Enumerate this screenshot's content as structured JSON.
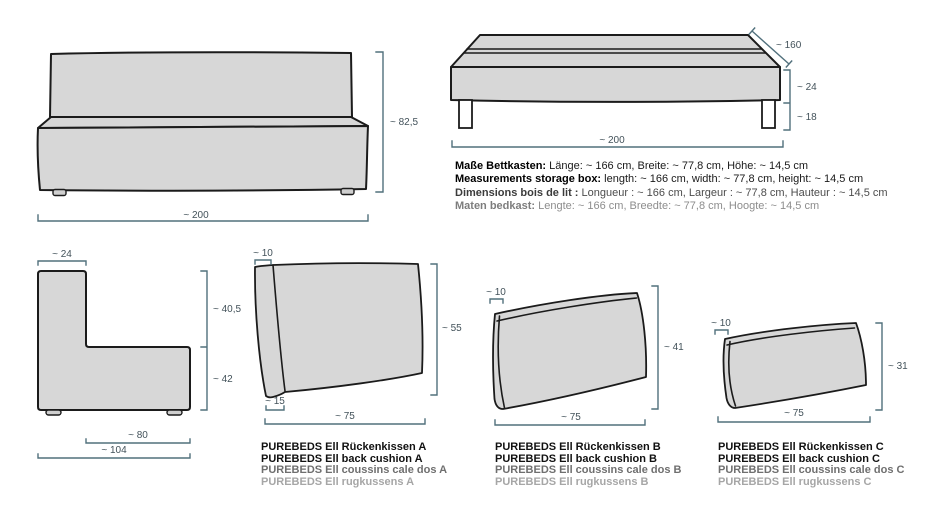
{
  "product_name": "PUREBEDS Ell",
  "colors": {
    "outline": "#1b1b1b",
    "panel_fill": "#d7d7d7",
    "dimension_line": "#51707c",
    "dimension_text": "#43525a",
    "text_primary": "#000000",
    "text_french": "#4c4c4c",
    "text_dutch": "#8d8d8d"
  },
  "sofa_front": {
    "height": "~ 82,5",
    "width": "~ 200"
  },
  "storage_box": {
    "depth": "~ 160",
    "box_height": "~ 24",
    "leg_height": "~ 18",
    "width": "~ 200"
  },
  "storage_measurements": [
    {
      "label": "Maße Bettkasten:",
      "value": "Länge: ~ 166 cm, Breite: ~ 77,8 cm, Höhe: ~ 14,5 cm"
    },
    {
      "label": "Measurements storage box:",
      "value": "length: ~ 166 cm, width: ~ 77,8 cm, height: ~ 14,5 cm"
    },
    {
      "label": "Dimensions bois de lit :",
      "value": "Longueur : ~ 166 cm, Largeur : ~ 77,8 cm, Hauteur : ~ 14,5 cm"
    },
    {
      "label": "Maten bedkast:",
      "value": "Lengte: ~ 166 cm, Breedte: ~ 77,8 cm, Hoogte: ~ 14,5 cm"
    }
  ],
  "side_profile": {
    "back_width": "~ 24",
    "upper_height": "~ 40,5",
    "seat_height": "~ 42",
    "seat_depth": "~ 80",
    "total_depth": "~ 104"
  },
  "cushion_a": {
    "thickness_top": "~ 10",
    "height": "~ 55",
    "thickness_bottom": "~ 15",
    "width": "~ 75",
    "names": [
      "PUREBEDS Ell Rückenkissen A",
      "PUREBEDS Ell back cushion A",
      "PUREBEDS Ell coussins cale dos A",
      "PUREBEDS Ell rugkussens A"
    ]
  },
  "cushion_b": {
    "thickness_top": "~ 10",
    "height": "~ 41",
    "width": "~ 75",
    "names": [
      "PUREBEDS Ell Rückenkissen B",
      "PUREBEDS Ell back cushion B",
      "PUREBEDS Ell coussins cale dos B",
      "PUREBEDS Ell rugkussens B"
    ]
  },
  "cushion_c": {
    "thickness_top": "~ 10",
    "height": "~ 31",
    "width": "~ 75",
    "names": [
      "PUREBEDS Ell Rückenkissen C",
      "PUREBEDS Ell back cushion C",
      "PUREBEDS Ell coussins cale dos C",
      "PUREBEDS Ell rugkussens C"
    ]
  }
}
